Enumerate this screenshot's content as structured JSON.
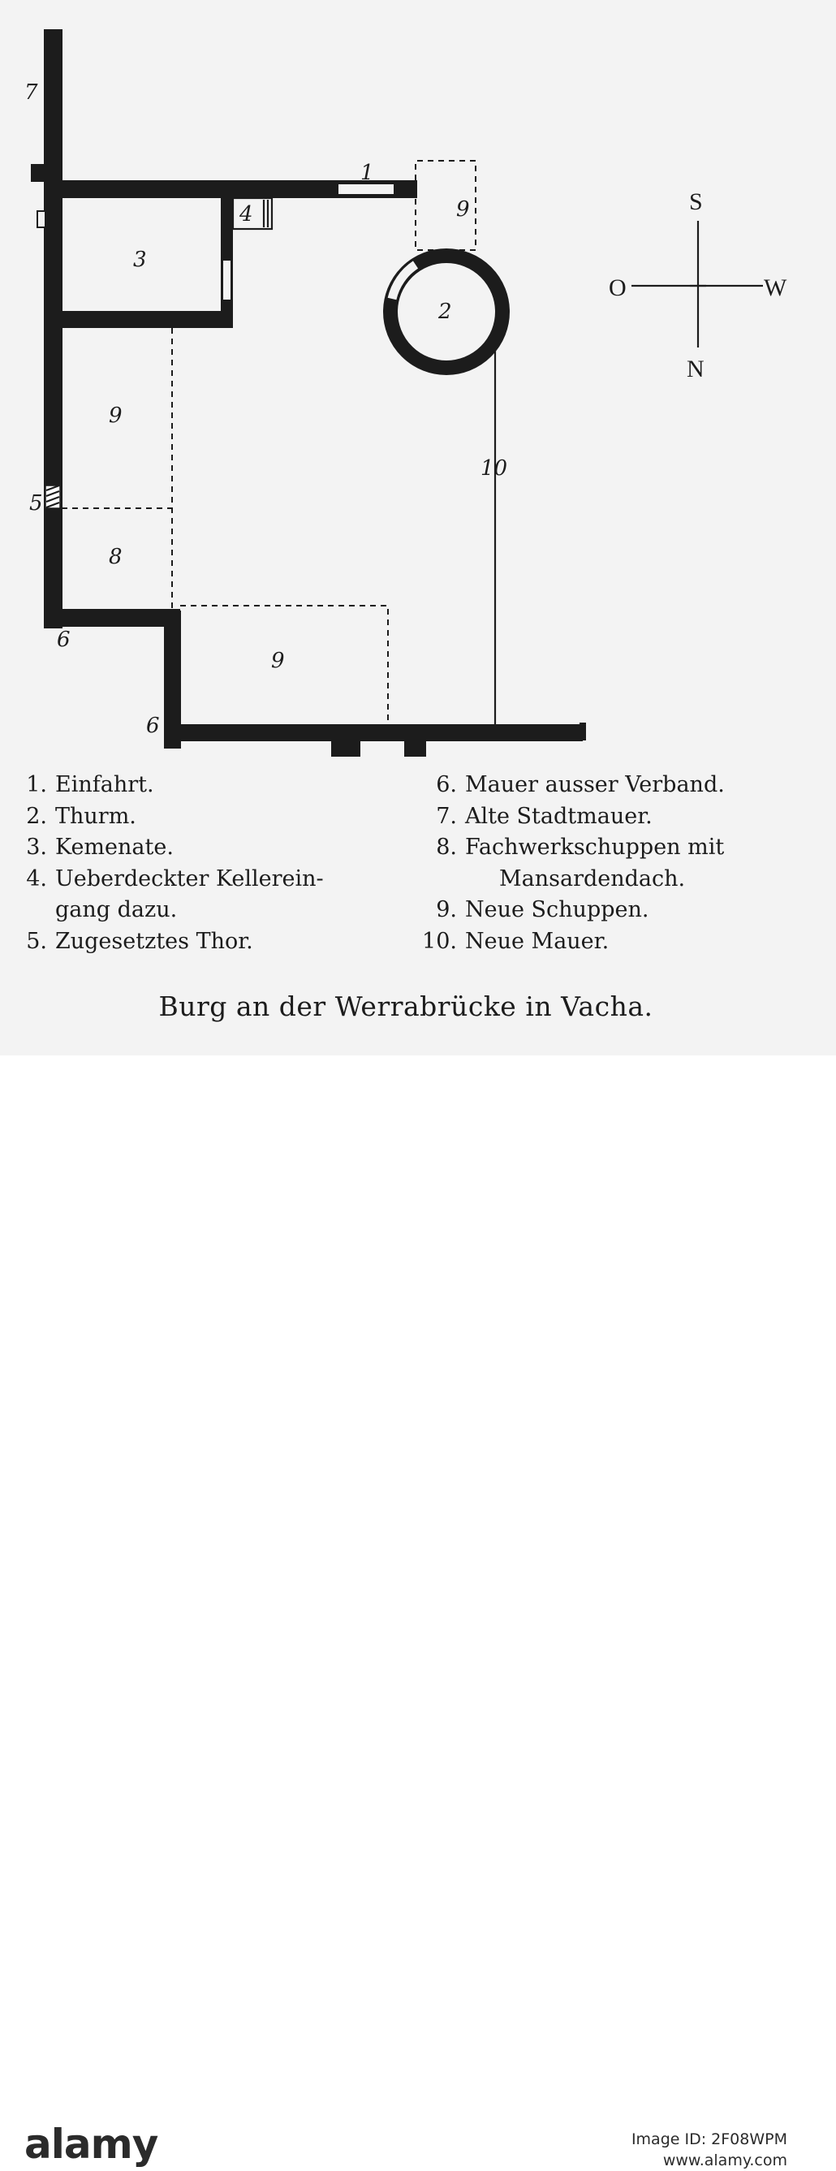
{
  "plan": {
    "room_numbers": {
      "n1": "1",
      "n2": "2",
      "n3": "3",
      "n4": "4",
      "n5": "5",
      "n6_upper": "6",
      "n6_lower": "6",
      "n7": "7",
      "n8": "8",
      "n9_upper": "9",
      "n9_middle": "9",
      "n9_lower": "9",
      "n10": "10"
    },
    "compass": {
      "south": "S",
      "west": "W",
      "north": "N",
      "east": "O"
    }
  },
  "legend": {
    "left": [
      {
        "num": "1.",
        "text": "Einfahrt."
      },
      {
        "num": "2.",
        "text": "Thurm."
      },
      {
        "num": "3.",
        "text": "Kemenate."
      },
      {
        "num": "4.",
        "text": "Ueberdeckter Kellerein-",
        "cont": "gang dazu."
      },
      {
        "num": "5.",
        "text": "Zugesetztes Thor."
      }
    ],
    "right": [
      {
        "num": "6.",
        "text": "Mauer ausser Verband."
      },
      {
        "num": "7.",
        "text": "Alte Stadtmauer."
      },
      {
        "num": "8.",
        "text": "Fachwerkschuppen mit",
        "cont": "Mansardendach."
      },
      {
        "num": "9.",
        "text": "Neue Schuppen."
      },
      {
        "num": "10.",
        "text": "Neue Mauer."
      }
    ]
  },
  "caption": "Burg an der Werrabrücke in Vacha.",
  "footer": {
    "brand": "alamy",
    "image_id_line": "Image ID: 2F08WPM",
    "site": "www.alamy.com"
  }
}
